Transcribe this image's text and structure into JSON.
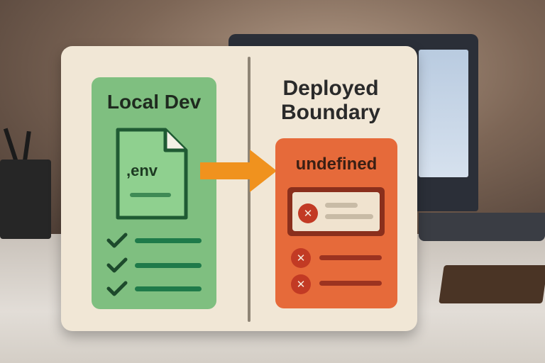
{
  "local": {
    "title": "Local Dev",
    "file_label": ",env",
    "check_items": [
      {
        "icon": "check-icon"
      },
      {
        "icon": "check-icon"
      },
      {
        "icon": "check-icon"
      }
    ]
  },
  "deployed": {
    "title_line1": "Deployed",
    "title_line2": "Boundary",
    "status": "undefined",
    "error_card_icon": "x-icon",
    "error_items": [
      {
        "icon": "x-icon"
      },
      {
        "icon": "x-icon"
      }
    ]
  },
  "colors": {
    "local_panel": "#7fbf80",
    "deployed_panel": "#e66a3a",
    "arrow": "#f0921e",
    "card": "#f1e7d6"
  }
}
